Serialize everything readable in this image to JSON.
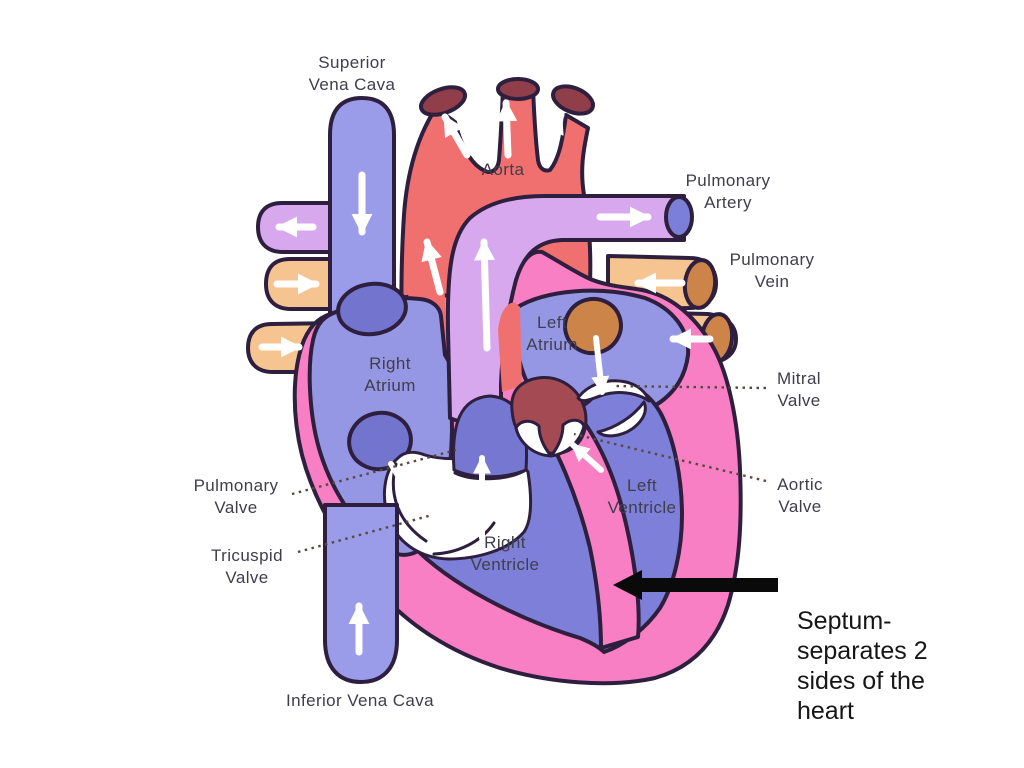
{
  "fig": {
    "title": "Heart anatomy diagram slide",
    "labels": {
      "superior_vena_cava": "Superior\nVena Cava",
      "aorta": "Aorta",
      "pulmonary_artery": "Pulmonary\nArtery",
      "pulmonary_vein": "Pulmonary\nVein",
      "left_atrium": "Left\nAtrium",
      "right_atrium": "Right\nAtrium",
      "mitral_valve": "Mitral\nValve",
      "pulmonary_valve": "Pulmonary\nValve",
      "aortic_valve": "Aortic\nValve",
      "tricuspid_valve": "Tricuspid\nValve",
      "right_ventricle": "Right\nVentricle",
      "left_ventricle": "Left\nVentricle",
      "inferior_vena_cava": "Inferior Vena Cava"
    },
    "annotation": {
      "septum_note": "Septum-\nseparates 2\nsides of the\nheart"
    },
    "colors": {
      "background": "#ffffff",
      "outline": "#2e1f3f",
      "heart_wall_pink": "#f97fc4",
      "atrium_periwinkle": "#9697e4",
      "ventricle_slate": "#7e7fd8",
      "vessel_periwinkle": "#9b9ce9",
      "pa_end_periwinkle": "#7c7fd8",
      "opening_dark_periwinkle": "#7374cd",
      "aorta_red": "#f07070",
      "aorta_opening_dark_red": "#8f3e4a",
      "aortic_valve_dark_red": "#a34a52",
      "pulmonary_artery_lavender": "#d7a8ee",
      "pulmonary_vein_orange": "#f6c490",
      "vein_opening_orange": "#cd8449",
      "valve_dome_slate": "#7577d0",
      "valve_white": "#ffffff",
      "flow_arrow_white": "#ffffff",
      "leader_line_brown": "#564a3e",
      "label_text": "#3f3e4a",
      "annotation_text": "#161616",
      "septum_arrow_black": "#0a0a0a"
    }
  }
}
